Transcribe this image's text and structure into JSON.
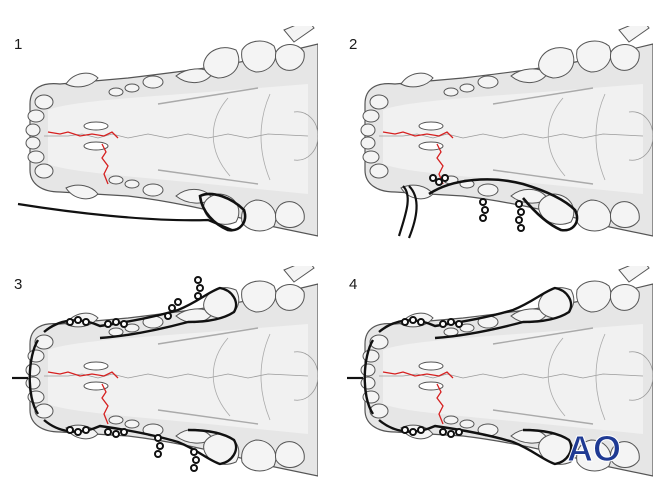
{
  "panels": [
    {
      "number": "1"
    },
    {
      "number": "2"
    },
    {
      "number": "3"
    },
    {
      "number": "4"
    }
  ],
  "logo": {
    "text": "AO",
    "color": "#1f3a93"
  },
  "colors": {
    "fracture_line": "#d62020",
    "wire": "#111111",
    "bone_outline": "#555555",
    "bone_fill": "#e6e6e6",
    "tooth_fill": "#f4f4f4"
  },
  "icons": {
    "logo": "ao-foundation-logo"
  }
}
